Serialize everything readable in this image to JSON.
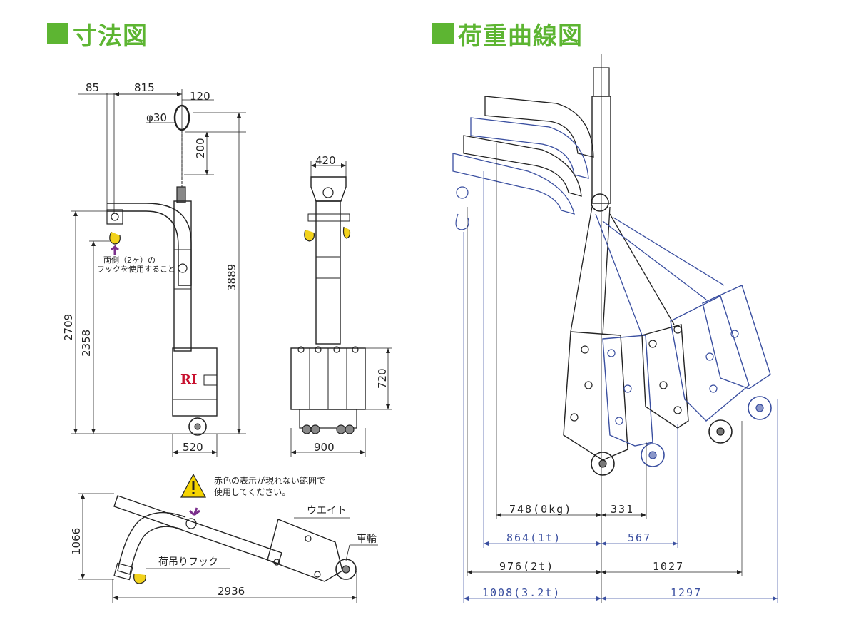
{
  "headings": {
    "left": "寸法図",
    "right": "荷重曲線図"
  },
  "front_view": {
    "dim_85": "85",
    "dim_815": "815",
    "dim_120": "120",
    "dim_phi30": "φ30",
    "dim_200": "200",
    "dim_3889": "3889",
    "dim_2709": "2709",
    "dim_2358": "2358",
    "dim_520": "520",
    "note_line1": "両側（2ヶ）の",
    "note_line2": "フックを使用すること",
    "logo": "RI"
  },
  "side_view": {
    "dim_420": "420",
    "dim_720": "720",
    "dim_900": "900"
  },
  "folded_view": {
    "dim_1066": "1066",
    "dim_2936": "2936",
    "warning_line1": "赤色の表示が現れない範囲で",
    "warning_line2": "使用してください。",
    "label_weight": "ウエイト",
    "label_wheel": "車輪",
    "label_hook": "荷吊りフック"
  },
  "load_curve": {
    "row1_left": "748(0kg)",
    "row1_right": "331",
    "row2_left": "864(1t)",
    "row2_right": "567",
    "row3_left": "976(2t)",
    "row3_right": "1027",
    "row4_left": "1008(3.2t)",
    "row4_right": "1297"
  },
  "colors": {
    "heading_green": "#5db532",
    "blue_outline": "#3a4fa0",
    "warning_yellow": "#f5d400",
    "hook_yellow": "#f2d21b",
    "logo_red": "#c8102e"
  }
}
